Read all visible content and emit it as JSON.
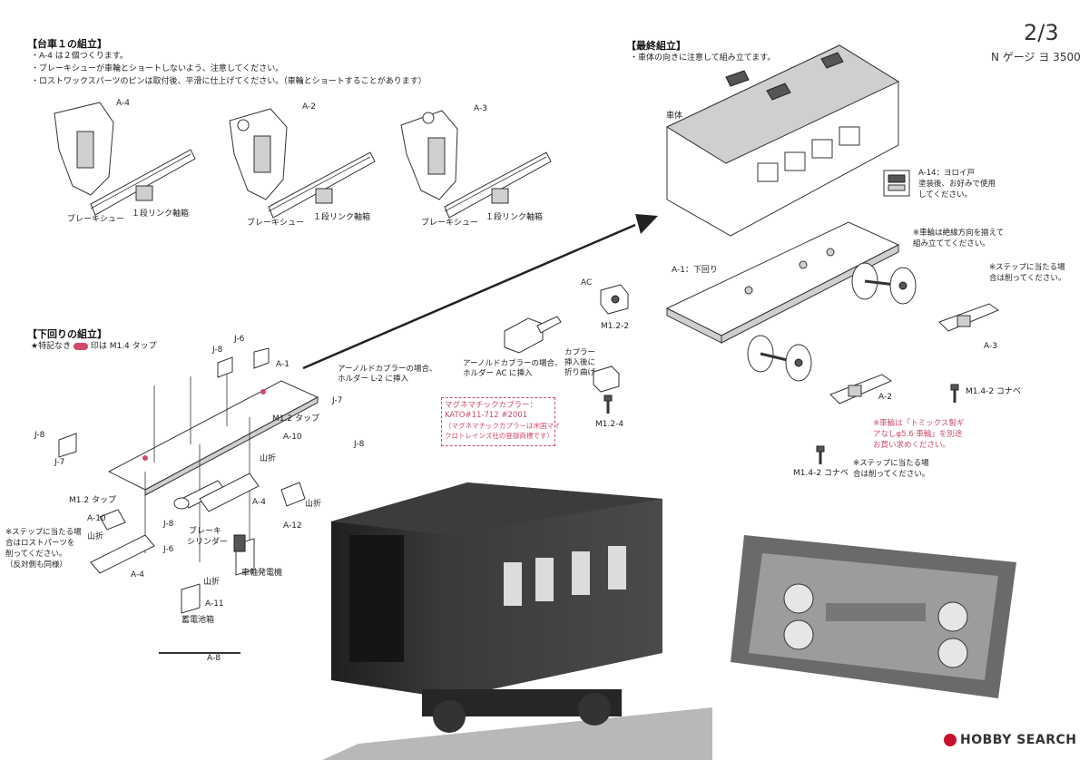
{
  "page": {
    "number": "2/3",
    "product": "N ゲージ ヨ 3500"
  },
  "bogie_assembly": {
    "heading": "【台車１の組立】",
    "notes": [
      "・A-4 は２個つくります。",
      "・ブレーキシューが車輪とショートしないよう、注意してください。",
      "・ロストワックスパーツのピンは取付後、平滑に仕上げてください。（車輪とショートすることがあります）"
    ],
    "units": [
      {
        "part": "A-4",
        "shoe": "ブレーキシュー",
        "box": "１段リンク軸箱"
      },
      {
        "part": "A-2",
        "shoe": "ブレーキシュー",
        "box": "１段リンク軸箱"
      },
      {
        "part": "A-3",
        "shoe": "ブレーキシュー",
        "box": "１段リンク軸箱"
      }
    ]
  },
  "final_assembly": {
    "heading": "【最終組立】",
    "note": "・車体の向きに注意して組み立てます。",
    "body_label": "車体",
    "a14": [
      "A-14：ヨロイ戸",
      "塗装後、お好みで使用",
      "してください。"
    ],
    "wheel_note": [
      "※車輪は絶縁方向を揃えて",
      "組み立ててください。"
    ],
    "step_note_right": [
      "※ステップに当たる場",
      "合は削ってください。"
    ],
    "step_note_mid": [
      "※ステップに当たる場",
      "合は削ってください。"
    ],
    "a1_label": "A-1：下回り",
    "wheel_buy": [
      "※車輪は「トミックス製ギ",
      "アなしφ5.6 車輪」を別途",
      "お買い求めください。"
    ],
    "ac_label": "AC",
    "m12_2": "M1.2-2",
    "m12_4": "M1.2-4",
    "coupler_fold": [
      "カプラー",
      "挿入後に",
      "折り曲げ"
    ],
    "arnold_ac": [
      "アーノルドカプラーの場合、",
      "ホルダー AC に挿入"
    ],
    "a2": "A-2",
    "a3": "A-3",
    "m14_right": "M1.4-2 コナベ",
    "m14_mid": "M1.4-2 コナベ"
  },
  "under_assembly": {
    "heading": "【下回りの組立】",
    "tap_note": "★特記なき",
    "tap_note2": "印は M1.4 タップ",
    "arnold_l2": [
      "アーノルドカプラーの場合、",
      "ホルダー L-2 に挿入"
    ],
    "labels": {
      "j6_top": "J-6",
      "j8_top": "J-8",
      "a1": "A-1",
      "j7_right": "J-7",
      "m12_tap_right": "M1.2 タップ",
      "a10_right": "A-10",
      "yamaori_right": "山折",
      "j8_right": "J-8",
      "j8_left": "J-8",
      "j7_left": "J-7",
      "m12_tap_left": "M1.2 タップ",
      "a10_left": "A-10",
      "yamaori_left": "山折",
      "a4_left": "A-4",
      "j8_bottom": "J-8",
      "j6_bottom": "J-6",
      "brake": "ブレーキ",
      "cylinder": "シリンダー",
      "a4_mid": "A-4",
      "yamaori_mid": "山折",
      "a12": "A-12",
      "yamaori_a11": "山折",
      "a11": "A-11",
      "battery": "蓄電池箱",
      "generator": "車軸発電機",
      "a8": "A-8"
    },
    "step_note": [
      "※ステップに当たる場",
      "合はロストパーツを",
      "削ってください。",
      "（反対側も同様）"
    ]
  },
  "magnematic": [
    "マグネマチックカプラー：",
    "KATO#11-712 #2001",
    "（マグネマチックカプラーは米国マイ",
    "クロトレインズ社の登録商標です）"
  ],
  "watermark": "HOBBY SEARCH",
  "colors": {
    "accent": "#d04a6a",
    "ink": "#222222"
  }
}
